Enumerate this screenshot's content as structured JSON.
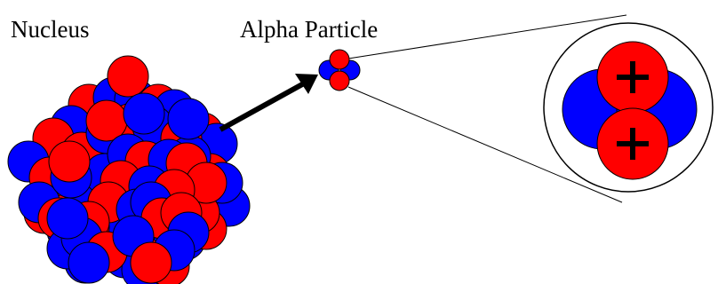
{
  "labels": {
    "nucleus": "Nucleus",
    "alpha_particle": "Alpha Particle"
  },
  "colors": {
    "proton": "#ff0000",
    "neutron": "#0000ff",
    "outline": "#000000",
    "background": "#ffffff"
  },
  "icons": {
    "proton_charge": "plus-sign"
  }
}
